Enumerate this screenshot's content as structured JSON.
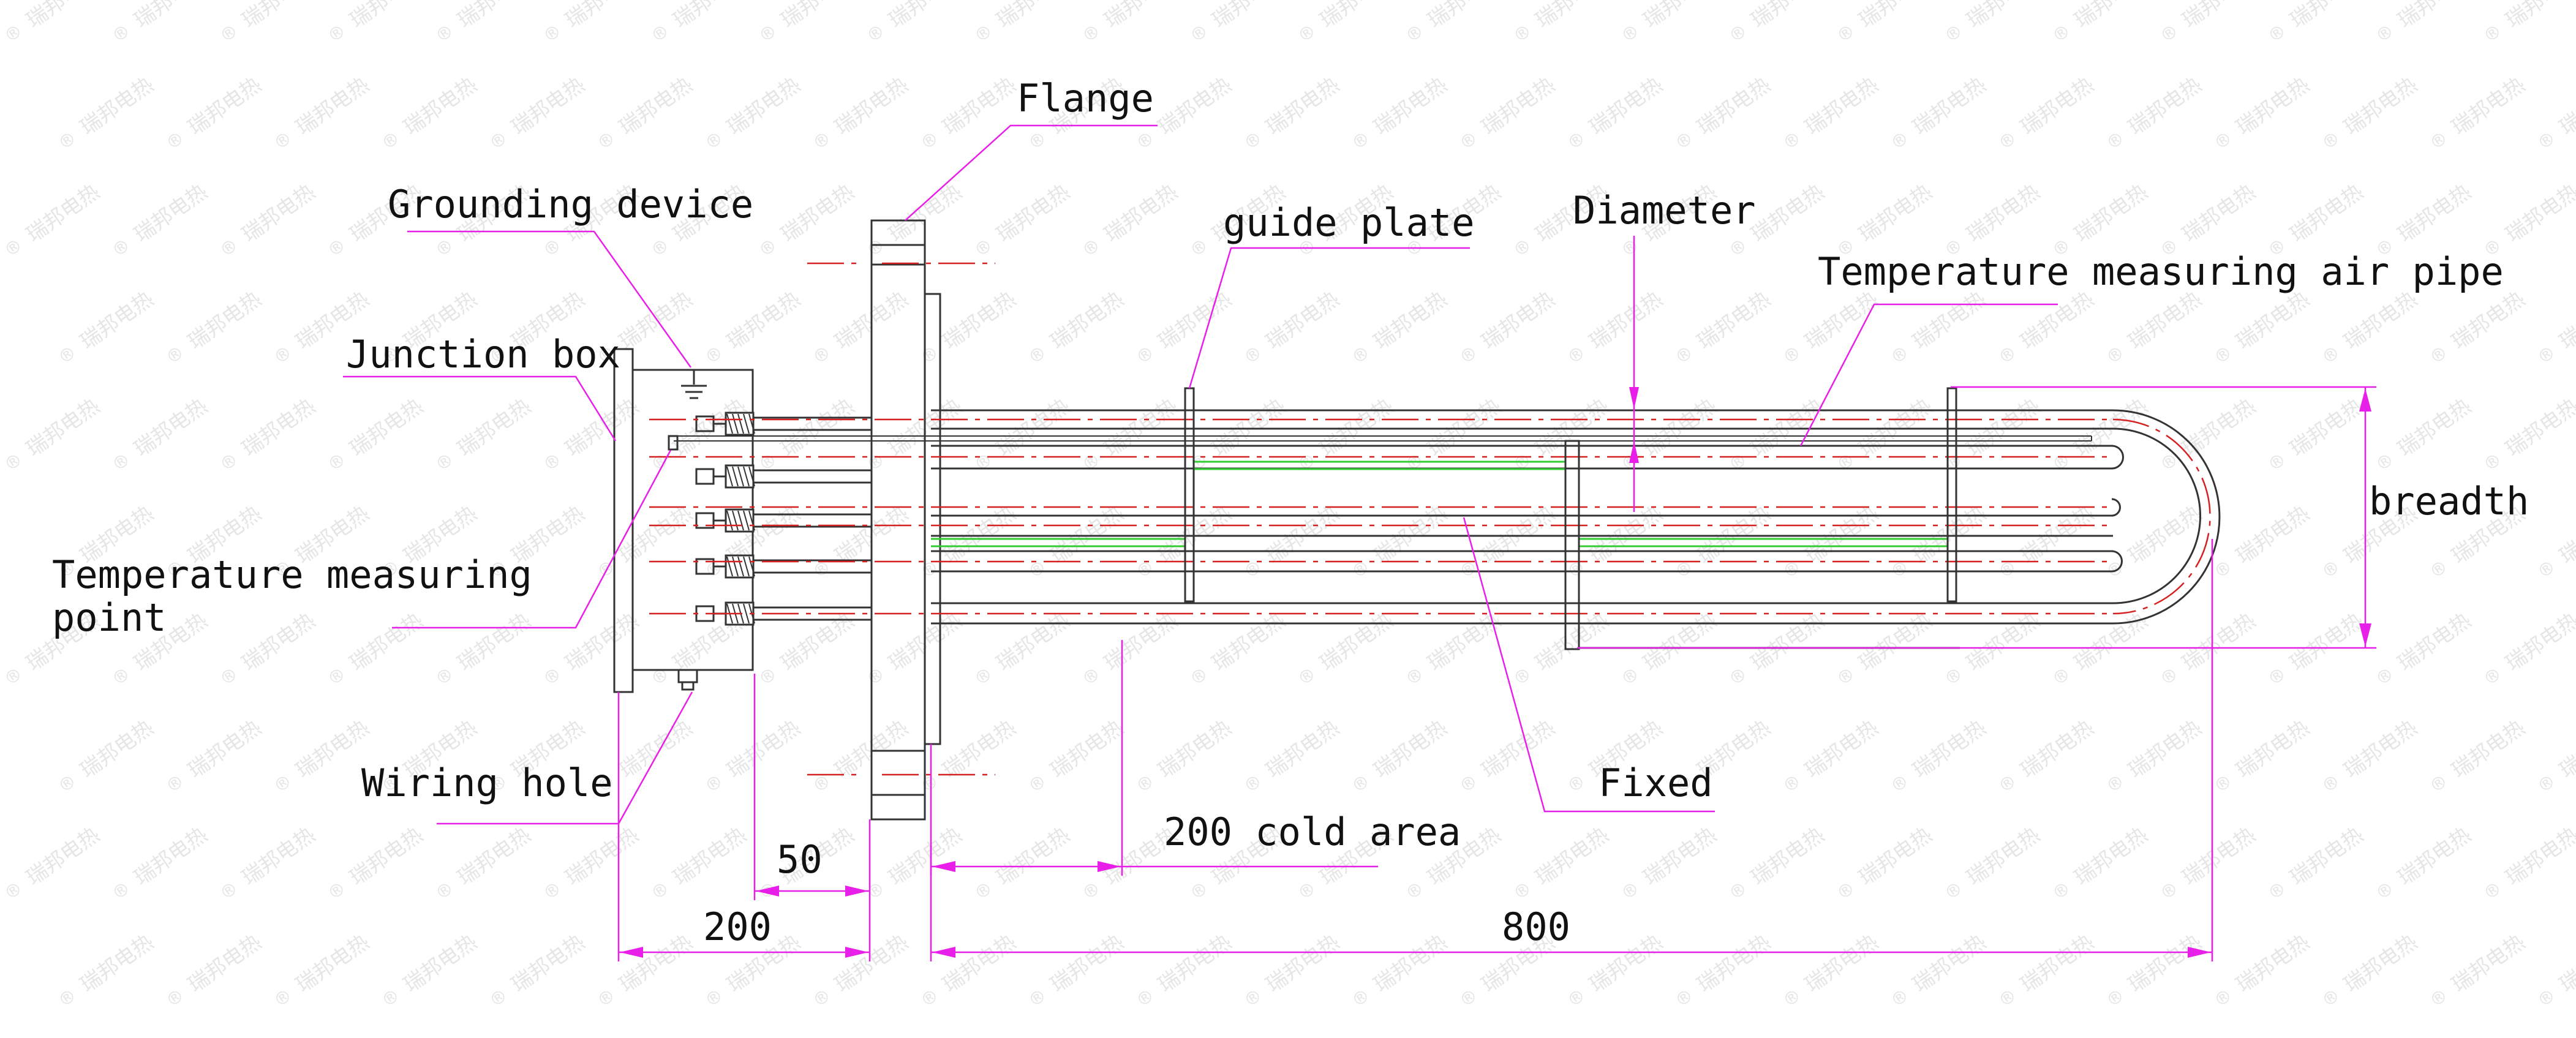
{
  "labels": {
    "flange": "Flange",
    "grounding_device": "Grounding device",
    "junction_box": "Junction box",
    "guide_plate": "guide plate",
    "diameter": "Diameter",
    "temp_air_pipe": "Temperature measuring air pipe",
    "temp_point_line1": "Temperature measuring",
    "temp_point_line2": "point",
    "breadth": "breadth",
    "wiring_hole": "Wiring hole",
    "fixed": "Fixed"
  },
  "dimensions": {
    "flange_gap": "50",
    "box_length": "200",
    "cold_area": "200 cold area",
    "heating_length": "800"
  },
  "colors": {
    "outline": "#333333",
    "centerline": "#d42020",
    "leader": "#e81fe8",
    "highlight": "#33cc33",
    "text": "#111111",
    "watermark": "#e6e6e6"
  },
  "watermark_text": "瑞邦电热"
}
